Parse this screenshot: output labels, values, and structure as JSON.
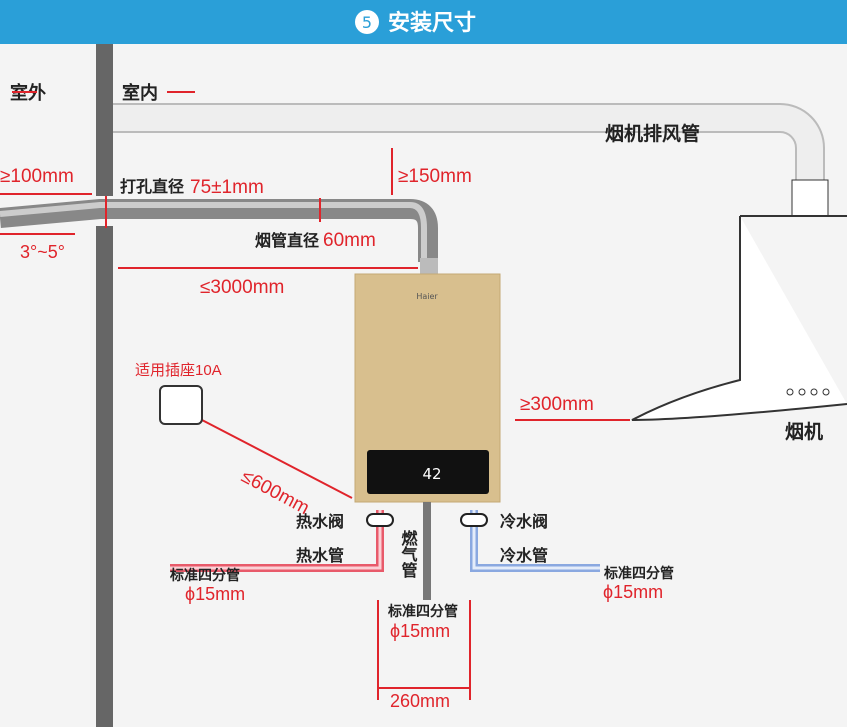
{
  "header": {
    "step": "5",
    "title": "安装尺寸",
    "bg": "#2a9fd8"
  },
  "labels": {
    "outdoor": "室外",
    "indoor": "室内",
    "hood_duct": "烟机排风管",
    "gap_100": "≥100mm",
    "hole_label": "打孔直径",
    "hole_value": "75±1mm",
    "gap_150": "≥150mm",
    "slope": "3°~5°",
    "flue_label": "烟管直径",
    "flue_value": "60mm",
    "max_3000": "≤3000mm",
    "brand": "Haier",
    "display": "42",
    "socket": "适用插座10A",
    "max_600": "≤600mm",
    "gap_300": "≥300mm",
    "hood": "烟机",
    "hot_valve": "热水阀",
    "hot_pipe": "热水管",
    "gas_pipe": "燃气管",
    "cold_valve": "冷水阀",
    "cold_pipe": "冷水管",
    "std_pipe_left": "标准四分管",
    "dia_left": "ϕ15mm",
    "std_pipe_mid": "标准四分管",
    "dia_mid": "ϕ15mm",
    "std_pipe_right": "标准四分管",
    "dia_right": "ϕ15mm",
    "spacing": "260mm"
  },
  "colors": {
    "accent": "#e0242b",
    "hot": "#e85a6a",
    "cold": "#8aa8e0",
    "heater": "#d8bf8e"
  }
}
